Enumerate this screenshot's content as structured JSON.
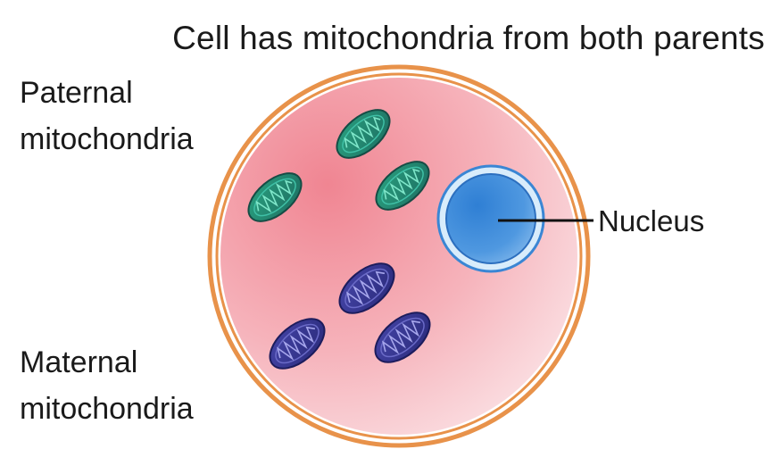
{
  "title": "Cell has mitochondria from both parents",
  "labels": {
    "paternal": [
      "Paternal",
      "mitochondria"
    ],
    "maternal": [
      "Maternal",
      "mitochondria"
    ],
    "nucleus": "Nucleus"
  },
  "colors": {
    "membrane": "#e8924a",
    "cytoplasm": "#f4a3ae",
    "paternal_mitochondria": "#2f9c7a",
    "maternal_mitochondria": "#3b3b93",
    "nucleus": "#3f86d6"
  }
}
